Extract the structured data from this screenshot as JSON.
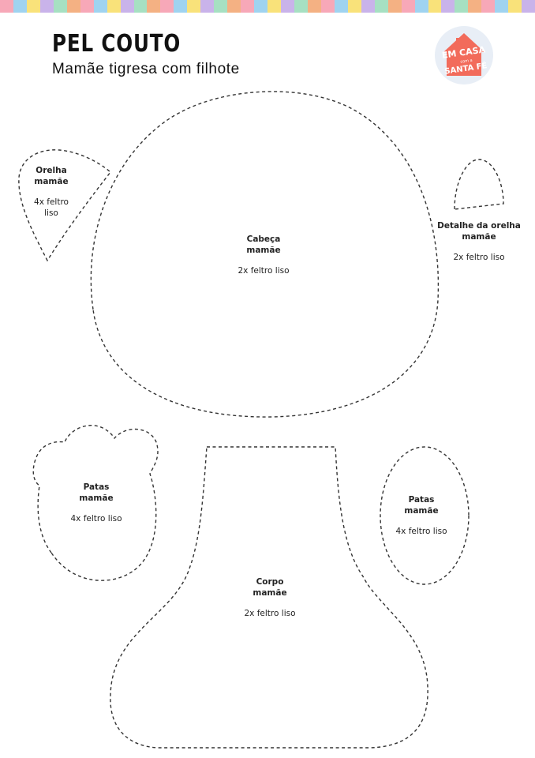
{
  "header": {
    "brand": "PEL COUTO",
    "subtitle": "Mamãe tigresa com filhote",
    "stripe_colors": [
      "#f7a8b8",
      "#9fd3f0",
      "#f9e27a",
      "#c9b3ea",
      "#a6e0c2",
      "#f4b183",
      "#f7a8b8",
      "#9fd3f0",
      "#f9e27a",
      "#c9b3ea",
      "#a6e0c2",
      "#f4b183",
      "#f7a8b8",
      "#9fd3f0",
      "#f9e27a",
      "#c9b3ea",
      "#a6e0c2",
      "#f4b183",
      "#f7a8b8",
      "#9fd3f0",
      "#f9e27a",
      "#c9b3ea",
      "#a6e0c2",
      "#f4b183",
      "#f7a8b8",
      "#9fd3f0",
      "#f9e27a",
      "#c9b3ea",
      "#a6e0c2",
      "#f4b183",
      "#f7a8b8",
      "#9fd3f0",
      "#f9e27a",
      "#c9b3ea",
      "#a6e0c2",
      "#f4b183",
      "#f7a8b8",
      "#9fd3f0",
      "#f9e27a",
      "#c9b3ea"
    ]
  },
  "logo": {
    "text_lines": [
      "EM CASA",
      "com a",
      "SANTA FÉ"
    ],
    "color": "#f26b5b"
  },
  "pieces": {
    "ear": {
      "name_line1": "Orelha",
      "name_line2": "mamãe",
      "qty_line1": "4x feltro",
      "qty_line2": "liso"
    },
    "head": {
      "name_line1": "Cabeça",
      "name_line2": "mamãe",
      "qty": "2x feltro liso"
    },
    "ear_detail": {
      "name_line1": "Detalhe da orelha",
      "name_line2": "mamãe",
      "qty": "2x feltro liso"
    },
    "paw_left": {
      "name_line1": "Patas",
      "name_line2": "mamãe",
      "qty": "4x feltro liso"
    },
    "body": {
      "name_line1": "Corpo",
      "name_line2": "mamãe",
      "qty": "2x feltro liso"
    },
    "paw_right": {
      "name_line1": "Patas",
      "name_line2": "mamãe",
      "qty": "4x feltro liso"
    }
  }
}
